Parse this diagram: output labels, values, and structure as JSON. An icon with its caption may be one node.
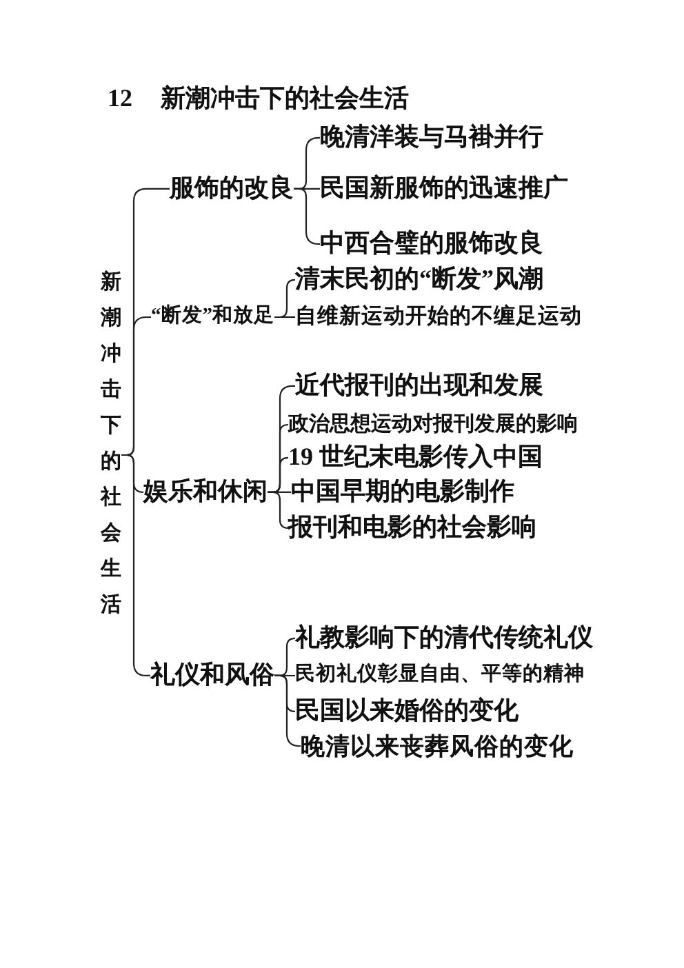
{
  "diagram": {
    "title": "12 新潮冲击下的社会生活",
    "nodes": [
      {
        "text": [
          "新潮冲击下的社会生活"
        ]
      },
      {
        "text": [
          "服饰的改良"
        ]
      },
      {
        "text": [
          "晚清洋装与马褂并行"
        ]
      },
      {
        "text": [
          "民国新服饰的迅速推广"
        ]
      },
      {
        "text": [
          "中西合璧的服饰改良"
        ]
      },
      {
        "text": [
          "“断发”和放足"
        ]
      },
      {
        "text": [
          "清末民初的“断发”风潮"
        ]
      },
      {
        "text": [
          "自维新运动开始的不缠足运动"
        ]
      },
      {
        "text": [
          "娱乐和休闲"
        ]
      },
      {
        "text": [
          "近代报刊的出现和发展"
        ]
      },
      {
        "text": [
          "政治思想运动对报刊发展的影响"
        ]
      },
      {
        "text": [
          "19 世纪末电影传入中国"
        ]
      },
      {
        "text": [
          "中国早期的电影制作"
        ]
      },
      {
        "text": [
          "报刊和电影的社会影响"
        ]
      },
      {
        "text": [
          "礼仪和风俗"
        ]
      },
      {
        "text": [
          "礼教影响下的清代传统礼仪"
        ]
      },
      {
        "text": [
          "民初礼仪彰显自由、平等的精神"
        ]
      },
      {
        "text": [
          "民国以来婚俗的变化"
        ]
      },
      {
        "text": [
          "晚清以来丧葬风俗的变化"
        ]
      }
    ],
    "edges": [
      {
        "from": 0,
        "to": 1,
        "arrow": "none"
      },
      {
        "from": 0,
        "to": 5,
        "arrow": "none"
      },
      {
        "from": 0,
        "to": 8,
        "arrow": "none"
      },
      {
        "from": 0,
        "to": 14,
        "arrow": "none"
      },
      {
        "from": 1,
        "to": 2,
        "arrow": "none"
      },
      {
        "from": 1,
        "to": 3,
        "arrow": "none"
      },
      {
        "from": 1,
        "to": 4,
        "arrow": "none"
      },
      {
        "from": 5,
        "to": 6,
        "arrow": "none"
      },
      {
        "from": 5,
        "to": 7,
        "arrow": "none"
      },
      {
        "from": 8,
        "to": 9,
        "arrow": "none"
      },
      {
        "from": 8,
        "to": 10,
        "arrow": "none"
      },
      {
        "from": 8,
        "to": 11,
        "arrow": "none"
      },
      {
        "from": 8,
        "to": 12,
        "arrow": "none"
      },
      {
        "from": 8,
        "to": 13,
        "arrow": "none"
      },
      {
        "from": 14,
        "to": 15,
        "arrow": "none"
      },
      {
        "from": 14,
        "to": 16,
        "arrow": "none"
      },
      {
        "from": 14,
        "to": 17,
        "arrow": "none"
      },
      {
        "from": 14,
        "to": 18,
        "arrow": "none"
      }
    ]
  }
}
